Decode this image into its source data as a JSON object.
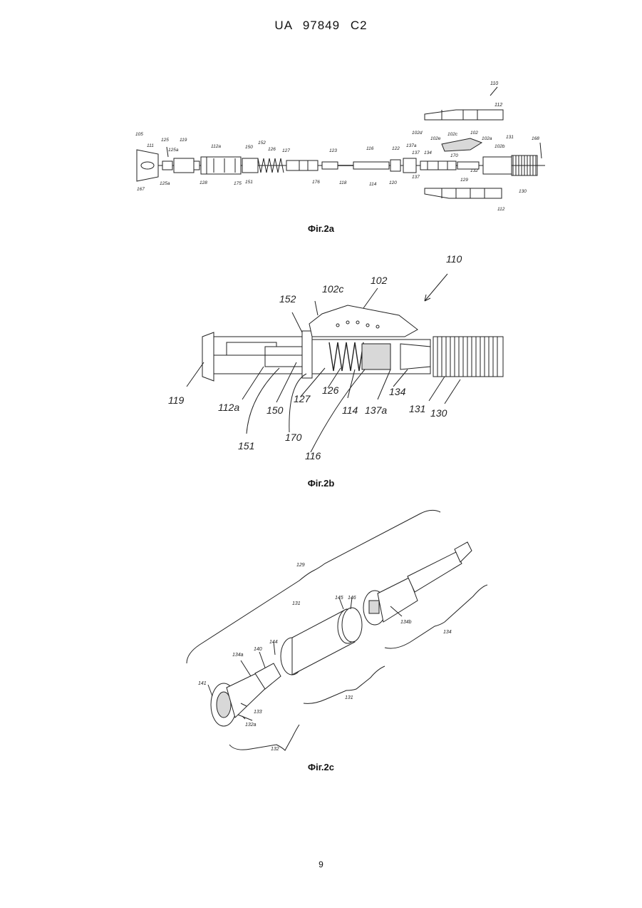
{
  "header": "UA 97849 C2",
  "page_number": "9",
  "figures": [
    {
      "caption": "Фіг.2а",
      "labels": [
        "110",
        "112",
        "102d",
        "102c",
        "102",
        "131",
        "168",
        "105",
        "125",
        "119",
        "112a",
        "150",
        "152",
        "126",
        "127",
        "123",
        "116",
        "122",
        "137a",
        "102e",
        "102a",
        "102b",
        "137",
        "134",
        "170",
        "111",
        "125a",
        "129",
        "132",
        "167",
        "125a",
        "128",
        "175",
        "151",
        "176",
        "118",
        "114",
        "120",
        "137",
        "130",
        "112"
      ]
    },
    {
      "caption": "Фіг.2b",
      "labels": [
        "110",
        "102",
        "102c",
        "152",
        "119",
        "112a",
        "150",
        "127",
        "126",
        "114",
        "137a",
        "134",
        "131",
        "130",
        "151",
        "170",
        "116"
      ]
    },
    {
      "caption": "Фіг.2с",
      "labels": [
        "129",
        "145",
        "146",
        "131",
        "134b",
        "134",
        "144",
        "134a",
        "140",
        "141",
        "133",
        "132a",
        "131",
        "132"
      ]
    }
  ]
}
